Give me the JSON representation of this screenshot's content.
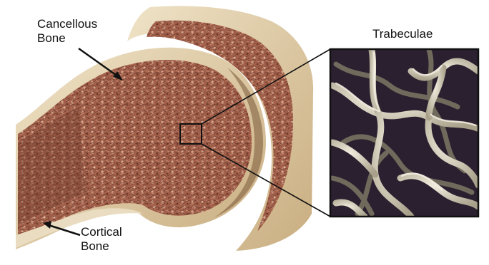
{
  "labels": {
    "cancellous": "Cancellous\nBone",
    "cortical": "Cortical\nBone",
    "trabeculae": "Trabeculae"
  },
  "colors": {
    "background": "#ffffff",
    "bone_outer": "#d8c29a",
    "bone_outer_light": "#e9dcc0",
    "cancellous": "#a2604a",
    "cancellous_dark": "#6e3a2c",
    "cancellous_light": "#d4a892",
    "gap": "#7a5a3a",
    "trabeculae_bg": "#2a2030",
    "trabeculae_strut": "#cfc8b4",
    "trabeculae_strut_light": "#eee9d8",
    "line": "#111111"
  },
  "icons": {
    "cancellous_arrow": "arrow-icon",
    "cortical_arrow": "arrow-icon"
  }
}
